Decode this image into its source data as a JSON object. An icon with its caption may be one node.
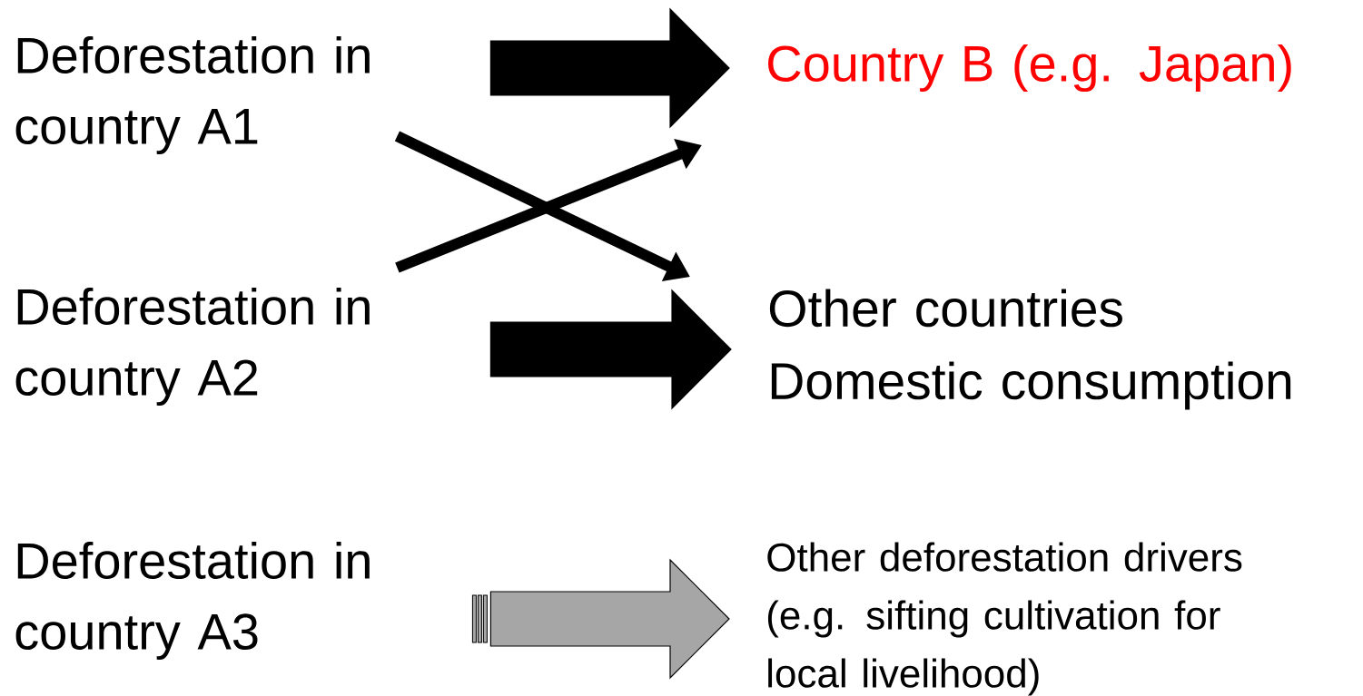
{
  "diagram": {
    "nodes": [
      {
        "text": [
          "Deforestation in country A1"
        ]
      },
      {
        "text": [
          "Deforestation in country A2"
        ]
      },
      {
        "text": [
          "Deforestation in country A3"
        ]
      },
      {
        "text": [
          "Country B (e.g. Japan)"
        ]
      },
      {
        "text": [
          "Other countries",
          "Domestic consumption"
        ]
      },
      {
        "text": [
          "Other deforestation drivers (e.g. sifting cultivation for local livelihood)"
        ]
      }
    ],
    "edges": [
      {
        "from": 0,
        "to": 3,
        "arrow": "to",
        "style": "thick"
      },
      {
        "from": 0,
        "to": 4,
        "arrow": "to"
      },
      {
        "from": 1,
        "to": 3,
        "arrow": "to"
      },
      {
        "from": 1,
        "to": 4,
        "arrow": "to",
        "style": "thick"
      },
      {
        "from": 2,
        "to": 5,
        "arrow": "to",
        "style": "thick",
        "color": "#a6a6a6"
      }
    ]
  }
}
